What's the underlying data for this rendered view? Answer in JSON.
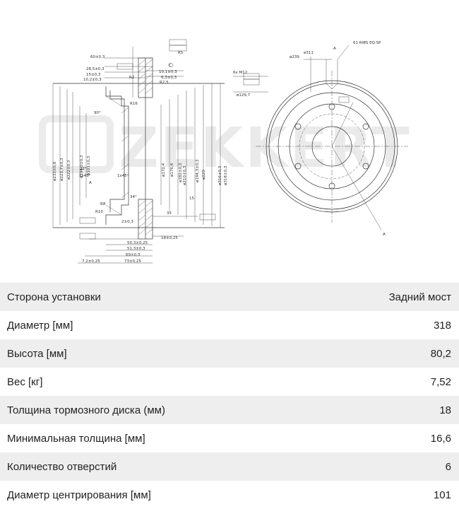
{
  "drawing": {
    "watermark": "ZEKKERT",
    "labels": {
      "ribs": "61 RIBS EQ.SP",
      "d311": "ø311",
      "d239": "ø239",
      "d129": "ø129,7",
      "d229": "ø229",
      "d316": "ø316±0,3",
      "d318": "ø318±0,3",
      "d172": "ø172,4",
      "d176": "ø176,4",
      "d182": "ø182±0,3",
      "d210": "ø210±0,3",
      "d194": "ø194,3±0,3",
      "d101": "ø101±0,3",
      "d222": "ø222±0,3",
      "d223": "ø223,7±0,3",
      "d233": "ø233±0,8",
      "w60": "60±0,3",
      "w28": "28,5±0,3",
      "w15": "15±0,3",
      "w10": "10,2±0,3",
      "w10b": "10,1±0,3",
      "w6": "6,3±0,3",
      "r2": "R2",
      "r25": "R2,5",
      "r16": "R16",
      "r10": "R10",
      "r8": "R8",
      "r5": "R5",
      "a90": "90°",
      "a32": "32°",
      "a45": "1x45°",
      "a34": "34°",
      "a1": "1x45°",
      "d2": "2±0,3",
      "d35": "35",
      "d15": "15",
      "d18": "18±0,25",
      "d50": "50,3±0,25",
      "d51": "51,3±0,3",
      "d69": "69±0,3",
      "d73": "73±0,25",
      "d72": "7,2±0,25",
      "hole6": "6x M12",
      "a_mark": "A",
      "c_mark": "C"
    }
  },
  "specs": [
    {
      "label": "Сторона установки",
      "value": "Задний мост"
    },
    {
      "label": "Диаметр [мм]",
      "value": "318"
    },
    {
      "label": "Высота [мм]",
      "value": "80,2"
    },
    {
      "label": "Вес [кг]",
      "value": "7,52"
    },
    {
      "label": "Толщина тормозного диска (мм)",
      "value": "18"
    },
    {
      "label": "Минимальная толщина [мм]",
      "value": "16,6"
    },
    {
      "label": "Количество отверстий",
      "value": "6"
    },
    {
      "label": "Диаметр центрирования [мм]",
      "value": "101"
    }
  ]
}
